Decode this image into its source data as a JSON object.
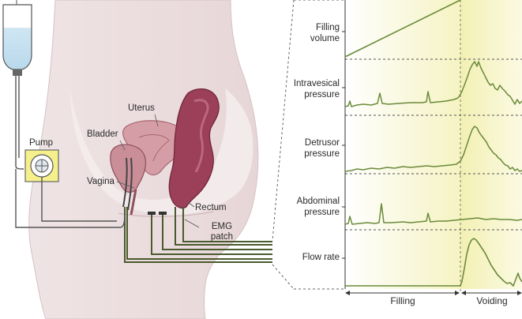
{
  "anatomy_labels": {
    "pump": "Pump",
    "uterus": "Uterus",
    "bladder": "Bladder",
    "vagina": "Vagina",
    "rectum": "Rectum",
    "emg_line1": "EMG",
    "emg_line2": "patch"
  },
  "traces": [
    {
      "line1": "Filling",
      "line2": "volume"
    },
    {
      "line1": "Intravesical",
      "line2": "pressure"
    },
    {
      "line1": "Detrusor",
      "line2": "pressure"
    },
    {
      "line1": "Abdominal",
      "line2": "pressure"
    },
    {
      "line1": "Flow rate",
      "line2": ""
    }
  ],
  "phases": {
    "filling": "Filling",
    "voiding": "Voiding"
  },
  "colors": {
    "trace": "#6b8a3a",
    "filling_bg": "#fbfbe6",
    "voiding_bg": "#f2f0b8",
    "skin": "#ecdfe0",
    "bladder": "#c98e98",
    "rectum": "#9c3f58",
    "pump": "#f5f08c",
    "bag": "#cfe6f3"
  }
}
